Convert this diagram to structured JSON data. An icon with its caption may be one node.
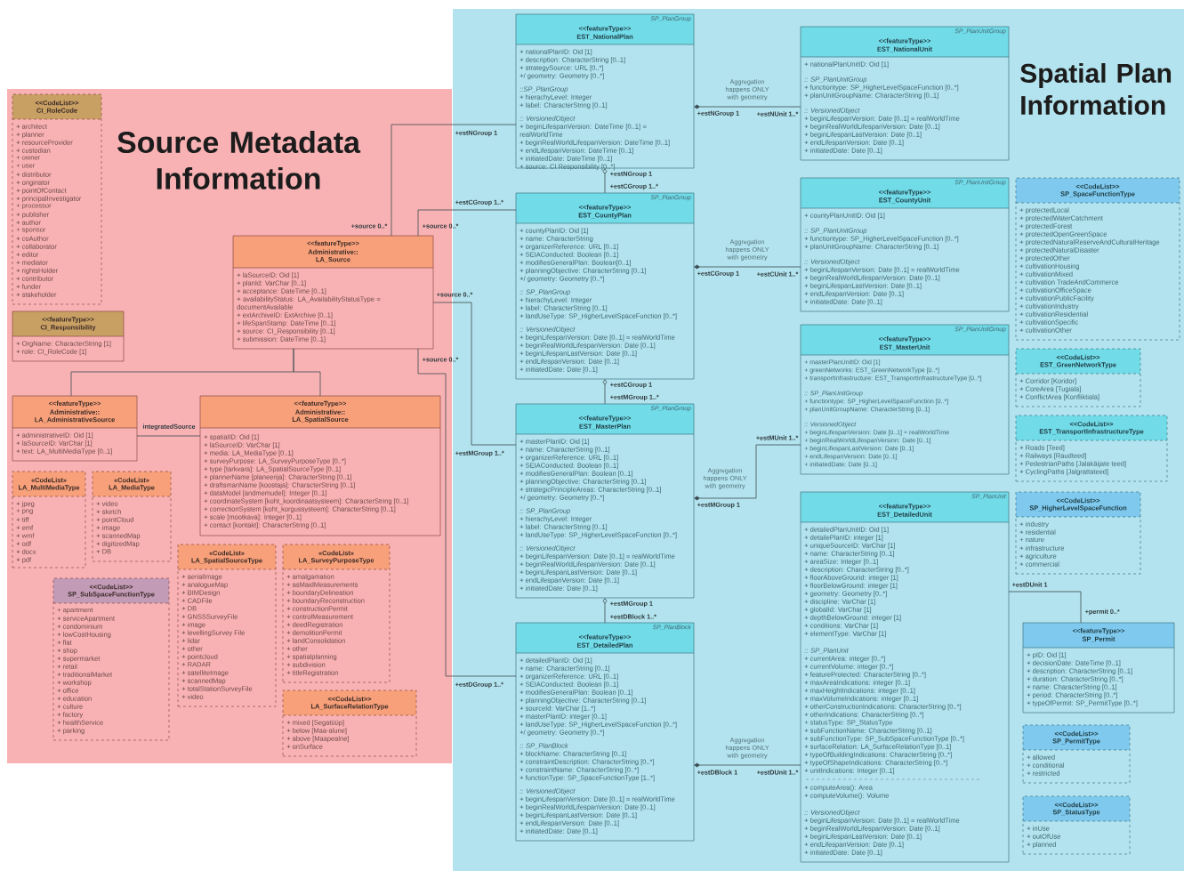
{
  "diagram": {
    "nodes": [
      {
        "text": [
          "Source Metadata Information"
        ]
      },
      {
        "text": [
          "Spatial Plan Information"
        ]
      },
      {
        "text": [
          "<<CodeList>>",
          "CI_RoleCode",
          "+ architect",
          "+ planner",
          "+ resourceProvider",
          "+ custodian",
          "+ owner",
          "+ user",
          "+ distributor",
          "+ originator",
          "+ pointOfContact",
          "+ principalInvestigator",
          "+ processor",
          "+ publisher",
          "+ author",
          "+ sponsor",
          "+ coAuthor",
          "+ collaborator",
          "+ editor",
          "+ mediator",
          "+ rightsHolder",
          "+ contributor",
          "+ funder",
          "+ stakeholder"
        ],
        "in": 0
      },
      {
        "text": [
          "<<featureType>>",
          "CI_Responsibility",
          "+ OrgName: CharacterString [1]",
          "+ role: CI_RoleCode [1]"
        ],
        "in": 0
      },
      {
        "text": [
          "<<featureType>>",
          "Administrative::",
          "LA_Source",
          "+ laSourceID: Oid [1]",
          "+ planId: VarChar [0..1]",
          "+ acceptance: DateTime [0..1]",
          "+ availabilityStatus: LA_AvailabilityStatusType = documentAvailable",
          "+ extArchiveID: ExtArchive [0..1]",
          "+ lifeSpanStamp: DateTime [0..1]",
          "+ source: CI_Responsibility [0..1]",
          "+ submission: DateTime [0..1]"
        ],
        "in": 0
      },
      {
        "text": [
          "<<featureType>>",
          "Administrative::",
          "LA_AdministrativeSource",
          "+ administrativeID: Oid [1]",
          "+ laSourceID: VarChar [1]",
          "+ text: LA_MultiMediaType [0..1]"
        ],
        "in": 0
      },
      {
        "text": [
          "<<featureType>>",
          "Administrative::",
          "LA_SpatialSource",
          "+ spatialID: Oid [1]",
          "+ laSourceID: VarChar [1]",
          "+ media: LA_MediaType [0..1]",
          "+ surveyPurpose: LA_SurveyPurposeType [0..*]",
          "+ type [tarkvara]: LA_SpatialSourceType [0..1]",
          "+ plannerName [planeerija]: CharacterString [0..1]",
          "+ draftsmanName [koostaja]: CharacterString [0..1]",
          "+ dataModel [andmemudel]: Integer [0..1]",
          "+ coordinateSystem [koht_koordinaatsysteem]: CharacterString [0..1]",
          "+ correctionSystem [koht_korgussysteem]: CharacterString [0..1]",
          "+ scale [mootkava]: Integer [0..1]",
          "+ contact [kontakt]: CharacterString [0..1]"
        ],
        "in": 0
      },
      {
        "text": [
          "«CodeList»",
          "LA_MultiMediaType",
          "+ jpeg",
          "+ png",
          "+ tiff",
          "+ emf",
          "+ wmf",
          "+ odf",
          "+ docx",
          "+ pdf"
        ],
        "in": 0
      },
      {
        "text": [
          "«CodeList»",
          "LA_MediaType",
          "+ video",
          "+ sketch",
          "+ pointCloud",
          "+ image",
          "+ scannedMap",
          "+ digitizedMap",
          "+ DB"
        ],
        "in": 0
      },
      {
        "text": [
          "«CodeList»",
          "LA_SpatialSourceType",
          "+ aerialImage",
          "+ analogueMap",
          "+ BIMDesign",
          "+ CADFile",
          "+ DB",
          "+ GNSSSurveyFile",
          "+ image",
          "+ levellingSurvey File",
          "+ lidar",
          "+ other",
          "+ pointcloud",
          "+ RADAR",
          "+ satelliteImage",
          "+ scannedMap",
          "+ totalStationSurveyFile",
          "+ video"
        ],
        "in": 0
      },
      {
        "text": [
          "«CodeList»",
          "LA_SurveyPurposeType",
          "+ amalgamation",
          "+ asMaidMeasurements",
          "+ boundaryDelineation",
          "+ boundaryReconstruction",
          "+ constructionPermit",
          "+ controlMeasurement",
          "+ deedRegistration",
          "+ demolitionPermit",
          "+ landConsolidation",
          "+ other",
          "+ spatialplanning",
          "+ subdivision",
          "+ titleRegistration"
        ],
        "in": 0
      },
      {
        "text": [
          "<<CodeList>>",
          "SP_SubSpaceFunctionType",
          "+ apartment",
          "+ serviceApartment",
          "+ condominium",
          "+ lowCostHousing",
          "+ flat",
          "+ shop",
          "+ supermarket",
          "+ retail",
          "+ traditionalMarket",
          "+ workshop",
          "+ office",
          "+ education",
          "+ culture",
          "+ factory",
          "+ healthService",
          "+ parking"
        ],
        "in": 0
      },
      {
        "text": [
          "<<CodeList>>",
          "LA_SurfaceRelationType",
          "+ mixed [Segatüüp]",
          "+ below [Maa-alune]",
          "+ above [Maapealne]",
          "+ onSurface"
        ],
        "in": 0
      },
      {
        "text": [
          "SP_PlanGroup",
          "<<featureType>>",
          "EST_NationalPlan",
          "+ nationalPlanID: Oid [1]",
          "+ description: CharacterString [0..1]",
          "+ strategySource: URL [0..*]",
          "+/ geometry: Geometry [0..*]",
          "::SP_PlanGroup",
          "+ hierachyLevel: Integer",
          "+ label: CharacterString [0..1]",
          ":: VersionedObject",
          "+ beginLifespanVersion: DateTime [0..1] = realWorldTime",
          "+ beginRealWorldLifespanVersion: DateTime [0..1]",
          "+ endLifespanVersion: DateTime [0..1]",
          "+ initiatedDate: DateTime [0..1]",
          "+ source: CI Responsibility [0..*]"
        ],
        "in": 1
      },
      {
        "text": [
          "SP_PlanGroup",
          "<<featureType>>",
          "EST_CountyPlan",
          "+ countyPlanID: Oid [1]",
          "+ name: CharacterString",
          "+ organizerReference: URL [0..1]",
          "+ SEIAConducted: Boolean [0..1]",
          "+ modifiesGeneralPlan: Boolean[0..1]",
          "+ planningObjective: CharacterString [0..1]",
          "+/ geometry: Geometry [0..*]",
          ":: SP_PlanGroup",
          "+ hierachyLevel: Integer",
          "+ label: CharacterString [0..1]",
          "+ landUseType: SP_HigherLevelSpaceFunction [0..*]",
          ":: VersionedObject",
          "+ beginLifespanVersion: Date [0..1] = realWorldTime",
          "+ beginRealWorldLifespanVersion: Date [0..1]",
          "+ beginLifespanLastVersion: Date [0..1]",
          "+ endLifespanVersion: Date [0..1]",
          "+ initiatedDate: Date [0..1]"
        ],
        "in": 1
      },
      {
        "text": [
          "SP_PlanGroup",
          "<<featureType>>",
          "EST_MasterPlan",
          "+ masterPlanID: Oid [1]",
          "+ name: CharacterString [0..1]",
          "+ organizerReference: URL [0..1]",
          "+ SEIAConducted: Boolean [0..1]",
          "+ modifiesGeneralPlan: Boolean [0..1]",
          "+ planningObjective: CharacterString [0..1]",
          "+ strategicPrincipleAreas: CharacterString [0..1]",
          "+/ geometry: Geometry [0..*]",
          ":: SP_PlanGroup",
          "+ hierachyLevel: Integer",
          "+ label: CharacterString [0..1]",
          "+ landUseType: SP_HigherLevelSpaceFunction [0..*]",
          ":: VersionedObject",
          "+ beginLifespanVersion: Date [0..1] = realWorldTime",
          "+ beginRealWorldLifespanVersion: Date [0..1]",
          "+ beginLifespanLastVersion: Date [0..1]",
          "+ endLifespanVersion: Date [0..1]",
          "+ initiatedDate: Date [0..1]"
        ],
        "in": 1
      },
      {
        "text": [
          "SP_PlanBlock",
          "<<featureType>>",
          "EST_DetailedPlan",
          "+ detailedPlanID: Oid [1]",
          "+ name: CharacterString [0..1]",
          "+ organizerReference: URL [0..1]",
          "+ SEIAConducted: Boolean [0..1]",
          "+ modifiesGeneralPlan: Boolean [0..1]",
          "+ planningObjective: CharacterString [0..1]",
          "+ sourceId: VarChar [1..*]",
          "+ masterPlanID: integer [0..1]",
          "+ landUseType: SP_HigherLevelSpaceFunction [0..*]",
          "+/ geometry: Geometry [0..*]",
          ":: SP_PlanBlock",
          "+ blockName: CharacterString [0..1]",
          "+ constraintDescription: CharacterString [0..*]",
          "+ constraintName: CharacterString [0..*]",
          "+ functionType: SP_SpaceFunctionType [1..*]",
          ":: VersionedObject",
          "+ beginLifespanVersion: Date [0..1] = realWorldTime",
          "+ beginRealWorldLifespanVersion: Date [0..1]",
          "+ beginLifespanLastVersion: Date [0..1]",
          "+ endLifespanVersion: Date [0..1]",
          "+ initiatedDate: Date [0..1]"
        ],
        "in": 1
      },
      {
        "text": [
          "SP_PlanUnitGroup",
          "<<featureType>>",
          "EST_NationalUnit",
          "+ nationalPlanUnitID: Oid [1]",
          ":: SP_PlanUnitGroup",
          "+ functiontype: SP_HigherLevelSpaceFunction [0..*]",
          "+ planUnitGroupName: CharacterString [0..1]",
          ":: VersionedObject",
          "+ beginLifespanVersion: Date [0..1] = realWorldTime",
          "+ beginRealWorldLifespanVersion: Date [0..1]",
          "+ beginLifespanLastVersion: Date [0..1]",
          "+ endLifespanVersion: Date [0..1]",
          "+ initiatedDate: Date [0..1]"
        ],
        "in": 1
      },
      {
        "text": [
          "SP_PlanUnitGroup",
          "<<featureType>>",
          "EST_CountyUnit",
          "+ countyPlanUnitID: Oid [1]",
          ":: SP_PlanUnitGroup",
          "+ functiontype: SP_HigherLevelSpaceFunction [0..*]",
          "+ planUnitGroupName: CharacterString [0..1]",
          ":: VersionedObject",
          "+ beginLifespanVersion: Date [0..1] = realWorldTime",
          "+ beginRealWorldLifespanVersion: Date [0..1]",
          "+ beginLifespanLastVersion: Date [0..1]",
          "+ endLifespanVersion: Date [0..1]",
          "+ initiatedDate: Date [0..1]"
        ],
        "in": 1
      },
      {
        "text": [
          "SP_PlanUnitGroup",
          "<<featureType>>",
          "EST_MasterUnit",
          "+ masterPlanUnitID: Oid [1]",
          "+ greenNetworks: EST_GreenNetworkType [0..*]",
          "+ transportInfrastructure: EST_TransportInfrastructureType [0..*]",
          ":: SP_PlanUnitGroup",
          "+ functiontype: SP_HigherLevelSpaceFunction [0..*]",
          "+ planUnitGroupName: CharacterString [0..1]",
          ":: VersionedObject",
          "+ beginLifespanVersion: Date [0..1] = realWorldTime",
          "+ beginRealWorldLifespanVersion: Date [0..1]",
          "+ beginLifespanLastVersion: Date [0..1]",
          "+ endLifespanVersion: Date [0..1]",
          "+ initiatedDate: Date [0..1]"
        ],
        "in": 1
      },
      {
        "text": [
          "SP_PlanUnit",
          "<<featureType>>",
          "EST_DetailedUnit",
          "+ detailedPlanUnitID: Oid [1]",
          "+ detailePlanID: integer [1]",
          "+ uniqueSourceID: VarChar [1]",
          "+ name: CharacterString [0..1]",
          "+ areaSize: Integer [0..1]",
          "+ description: CharacterString [0..*]",
          "+ floorAboveGround: integer [1]",
          "+ floorBelowGround: integer [1]",
          "+ geometry: Geometry [0..*]",
          "+ discipline: VarChar [1]",
          "+ globalId: VarChar [1]",
          "+ depthBelowGround: integer [1]",
          "+ conditions: VarChar [1]",
          "+ elementType: VarChar [1]",
          ":: SP_PlanUnit",
          "+ currentArea: integer [0..*]",
          "+ currentVolume: integer [0..*]",
          "+ featureProtected: CharacterString [0..*]",
          "+ maxAreaIndications: integer [0..1]",
          "+ maxHeightIndications: integer [0..1]",
          "+ maxVolumeIndications: integer [0..1]",
          "+ otherConstructionIndications: CharacterString [0..*]",
          "+ otherIndications: CharacterString [0..*]",
          "+ statusType: SP_StatusType",
          "+ subFunctionName: CharacterString [0..1]",
          "+ subFunctionType: SP_SubSpaceFunctionType [0..*]",
          "+ surfaceRelation: LA_SurfaceRelationType [0..1]",
          "+ typeOfBuildingIndications: CharacterString [0..*]",
          "+ typeOfShapeIndications: CharacterString [0..*]",
          "+ unitIndications: Integer [0..1]",
          "+ computeArea(): Area",
          "+ computeVolume(): Volume",
          ":: VersionedObject",
          "+ beginLifespanVersion: Date [0..1] = realWorldTime",
          "+ beginRealWorldLifespanVersion: Date [0..1]",
          "+ beginLifespanLastVersion: Date [0..1]",
          "+ endLifespanVersion: Date [0..1]",
          "+ initiatedDate: Date [0..1]"
        ],
        "in": 1
      },
      {
        "text": [
          "<<CodeList>>",
          "SP_SpaceFunctionType",
          "+ protectedLocal",
          "+ protectedWaterCatchment",
          "+ protectedForest",
          "+ protectedOpenGreenSpace",
          "+ protectedNaturalReserveAndCulturalHeritage",
          "+ protectedNaturalDisaster",
          "+ protectedOther",
          "+ cultivationHousing",
          "+ cultivationMixed",
          "+ cultivation TradeAndCommerce",
          "+ cultivationOfficeSpace",
          "+ cultivationPublicFacility",
          "+ cultivationIndustry",
          "+ cultivationResidential",
          "+ cultivationSpecific",
          "+ cultivationOther"
        ],
        "in": 1
      },
      {
        "text": [
          "<<CodeList>>",
          "EST_GreenNetworkType",
          "+ Corridor [Koridor]",
          "+ CoreArea [Tugiala]",
          "+ ConflictArea [Konfliktiala]"
        ],
        "in": 1
      },
      {
        "text": [
          "<<CodeList>>",
          "EST_TransportInfrastructureType",
          "+ Roads [Teed]",
          "+ Railways [Raudteed]",
          "+ PedestrianPaths [Jalakäijate teed]",
          "+ CyclingPaths [Jalgrattateed]"
        ],
        "in": 1
      },
      {
        "text": [
          "<<CodeList>>",
          "SP_HigherLevelSpaceFunction",
          "+ industry",
          "+ residential",
          "+ nature",
          "+ infrastructure",
          "+ agriculture",
          "+ commercial"
        ],
        "in": 1
      },
      {
        "text": [
          "<<featureType>>",
          "SP_Permit",
          "+ pID: Oid [1]",
          "+ decisionDate: DateTime [0..1]",
          "+ description: CharacterString [0..1]",
          "+ duration: CharacterString [0..*]",
          "+ name: CharacterString [0..1]",
          "+ period: CharacterString [0..*]",
          "+ typeOfPermit: SP_PermitType [0..*]"
        ],
        "in": 1
      },
      {
        "text": [
          "<<CodeList>>",
          "SP_PermitType",
          "+ allowed",
          "+ conditional",
          "+ restricted"
        ],
        "in": 1
      },
      {
        "text": [
          "<<CodeList>>",
          "SP_StatusType",
          "+ inUse",
          "+ outOfUse",
          "+ planned"
        ],
        "in": 1
      }
    ],
    "edges": [
      {
        "from": 4,
        "to": 13,
        "arrow": "none"
      },
      {
        "from": 4,
        "to": 14,
        "arrow": "none"
      },
      {
        "from": 4,
        "to": 15,
        "arrow": "none"
      },
      {
        "from": 4,
        "to": 16,
        "arrow": "none"
      },
      {
        "from": 5,
        "to": 4,
        "arrow": "none"
      },
      {
        "from": 6,
        "to": 4,
        "arrow": "none"
      },
      {
        "from": 5,
        "to": 6,
        "arrow": "none",
        "label": "integratedSource"
      },
      {
        "from": 13,
        "to": 14,
        "arrow": "other"
      },
      {
        "from": 14,
        "to": 15,
        "arrow": "other"
      },
      {
        "from": 15,
        "to": 16,
        "arrow": "other"
      },
      {
        "from": 13,
        "to": 17,
        "arrow": "other",
        "label": "Aggregation happens ONLY with geometry"
      },
      {
        "from": 14,
        "to": 18,
        "arrow": "other",
        "label": "Aggregation happens ONLY with geometry"
      },
      {
        "from": 15,
        "to": 19,
        "arrow": "other",
        "label": "Aggregation happens ONLY with geometry"
      },
      {
        "from": 16,
        "to": 20,
        "arrow": "other",
        "label": "Aggregation happens ONLY with geometry"
      },
      {
        "from": 20,
        "to": 25,
        "arrow": "none"
      }
    ],
    "labels": [
      "+estNGroup 1",
      "+estCGroup 1..*",
      "+source 0..*",
      "+source 0..*",
      "+source 0..*",
      "+source 0..*",
      "+estMGroup 1..*",
      "+estDGroup 1..*",
      "+estNGroup 1",
      "+estCGroup 1..*",
      "+estCGroup 1",
      "+estMGroup 1..*",
      "+estMGroup 1",
      "+estDBlock 1..*",
      "+estNGroup 1",
      "+estNUnit 1..*",
      "+estCGroup 1",
      "+estCUnit 1..*",
      "+estMGroup 1",
      "+estMUnit 1..*",
      "+estDBlock 1",
      "+estDUnit 1..*",
      "+estDUnit 1",
      "+permit 0..*"
    ]
  }
}
